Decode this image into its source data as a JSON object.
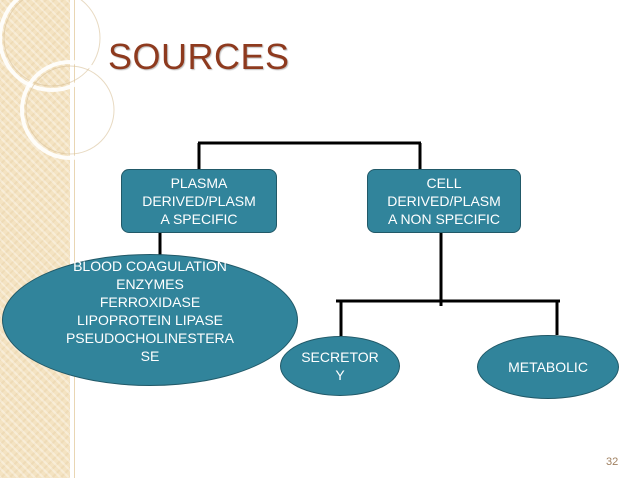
{
  "slide": {
    "title": "SOURCES",
    "page_number": "32"
  },
  "nodes": {
    "plasma": [
      "PLASMA",
      "DERIVED/PLASM",
      "A SPECIFIC"
    ],
    "cell": [
      "CELL",
      "DERIVED/PLASM",
      "A NON SPECIFIC"
    ],
    "blood": [
      "BLOOD COAGULATION",
      "ENZYMES",
      "FERROXIDASE",
      "LIPOPROTEIN LIPASE",
      "PSEUDOCHOLINESTERA",
      "SE"
    ],
    "secretory": [
      "SECRETOR",
      "Y"
    ],
    "metabolic": [
      "METABOLIC"
    ]
  },
  "colors": {
    "node_fill": "#31849b",
    "title": "#8e3a1e",
    "band": "#f4e3c2"
  }
}
